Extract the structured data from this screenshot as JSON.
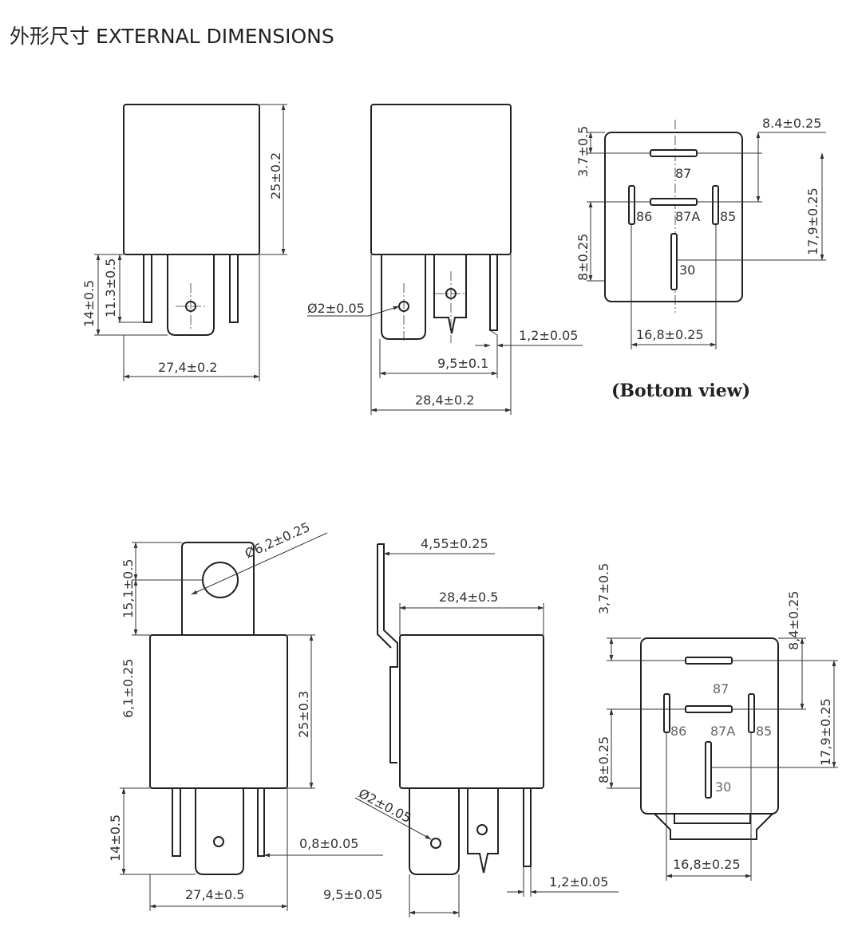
{
  "title": "外形尺寸  EXTERNAL DIMENSIONS",
  "top": {
    "side": {
      "height": "25±0.2",
      "pin_len": "14±0.5",
      "tab_len": "11.3±0.5",
      "width": "27,4±0.2"
    },
    "front": {
      "hole": "Ø2±0.05",
      "pin_w": "1,2±0.05",
      "pitch": "9,5±0.1",
      "width": "28,4±0.2"
    },
    "bottom": {
      "d1": "3.7±0.5",
      "d2": "8±0.25",
      "d3": "8.4±0.25",
      "d4": "17,9±0.25",
      "d5": "16,8±0.25",
      "pins": [
        "87",
        "86",
        "87A",
        "85",
        "30"
      ],
      "caption": "(Bottom view)"
    }
  },
  "bottom": {
    "side": {
      "bracket": "15,1±0.5",
      "bracket_gap": "6,1±0.25",
      "height": "25±0.3",
      "pin_len": "14±0.5",
      "width": "27,4±0.5",
      "pin_w": "0,8±0.05",
      "hole": "Ø6,2±0.25"
    },
    "front": {
      "tab": "4,55±0.25",
      "width": "28,4±0.5",
      "hole": "Ø2±0.05",
      "pitch": "9,5±0.05",
      "pin_w": "1,2±0.05"
    },
    "bottom": {
      "d1": "3,7±0.5",
      "d2": "8±0.25",
      "d3": "8,4±0.25",
      "d4": "17,9±0.25",
      "d5": "16,8±0.25",
      "pins": [
        "87",
        "86",
        "87A",
        "85",
        "30"
      ]
    }
  }
}
